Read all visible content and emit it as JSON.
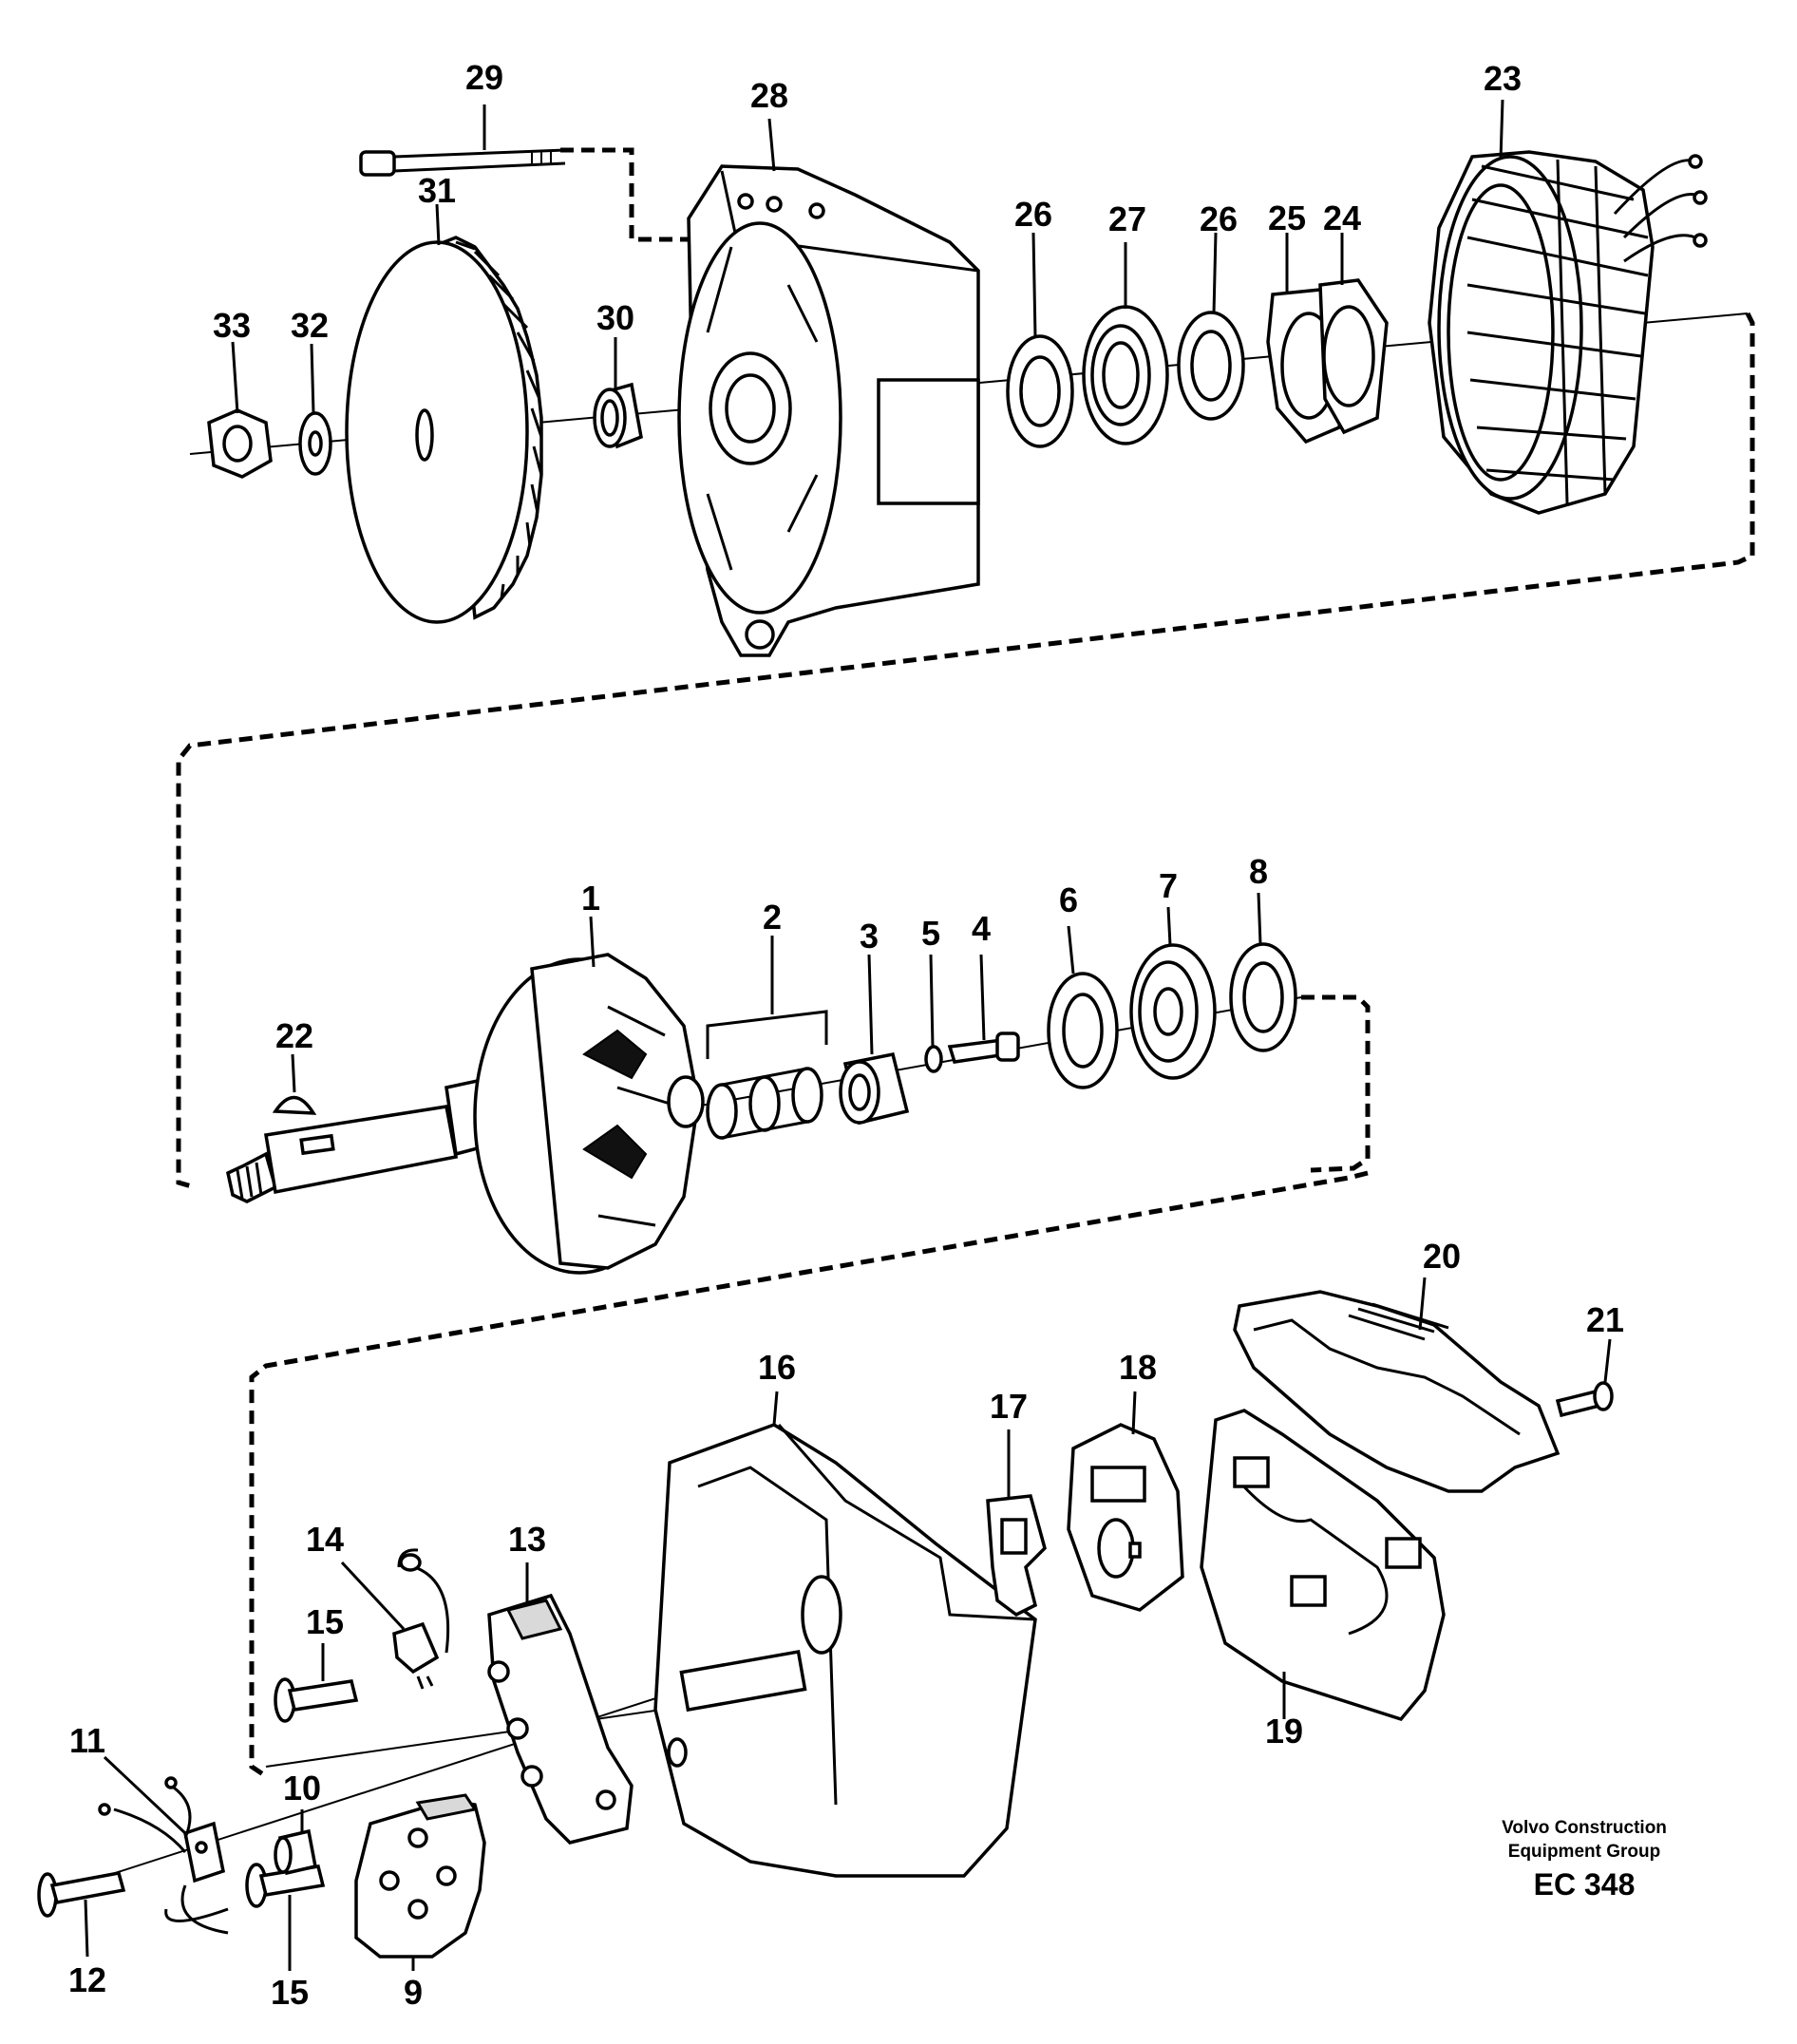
{
  "callouts": [
    {
      "id": "29",
      "label": "29"
    },
    {
      "id": "28",
      "label": "28"
    },
    {
      "id": "23",
      "label": "23"
    },
    {
      "id": "31",
      "label": "31"
    },
    {
      "id": "26a",
      "label": "26"
    },
    {
      "id": "27",
      "label": "27"
    },
    {
      "id": "26b",
      "label": "26"
    },
    {
      "id": "25",
      "label": "25"
    },
    {
      "id": "24",
      "label": "24"
    },
    {
      "id": "33",
      "label": "33"
    },
    {
      "id": "32",
      "label": "32"
    },
    {
      "id": "30",
      "label": "30"
    },
    {
      "id": "1",
      "label": "1"
    },
    {
      "id": "2",
      "label": "2"
    },
    {
      "id": "3",
      "label": "3"
    },
    {
      "id": "5",
      "label": "5"
    },
    {
      "id": "4",
      "label": "4"
    },
    {
      "id": "6",
      "label": "6"
    },
    {
      "id": "7",
      "label": "7"
    },
    {
      "id": "8",
      "label": "8"
    },
    {
      "id": "22",
      "label": "22"
    },
    {
      "id": "20",
      "label": "20"
    },
    {
      "id": "21",
      "label": "21"
    },
    {
      "id": "16",
      "label": "16"
    },
    {
      "id": "18",
      "label": "18"
    },
    {
      "id": "17",
      "label": "17"
    },
    {
      "id": "14",
      "label": "14"
    },
    {
      "id": "13",
      "label": "13"
    },
    {
      "id": "15a",
      "label": "15"
    },
    {
      "id": "11",
      "label": "11"
    },
    {
      "id": "10",
      "label": "10"
    },
    {
      "id": "19",
      "label": "19"
    },
    {
      "id": "12",
      "label": "12"
    },
    {
      "id": "15b",
      "label": "15"
    },
    {
      "id": "9",
      "label": "9"
    }
  ],
  "footer": {
    "line1": "Volvo Construction",
    "line2": "Equipment Group",
    "code": "EC 348"
  }
}
